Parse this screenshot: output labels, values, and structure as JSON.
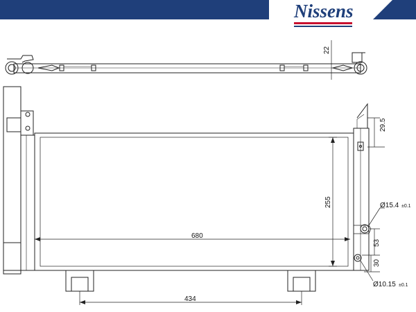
{
  "brand": {
    "name": "Nissens",
    "primary_color": "#1f3f7a",
    "accent_color": "#c8102e"
  },
  "dimensions": {
    "top_height": "22",
    "bracket_offset": "29.5",
    "core_height": "255",
    "core_width": "680",
    "inlet_pipe": "Ø15.4",
    "inlet_tolerance": "±0.1",
    "port_spacing": "53",
    "outlet_offset": "30",
    "outlet_pipe": "Ø10.15",
    "outlet_tolerance": "±0.1",
    "mount_spacing": "434"
  }
}
